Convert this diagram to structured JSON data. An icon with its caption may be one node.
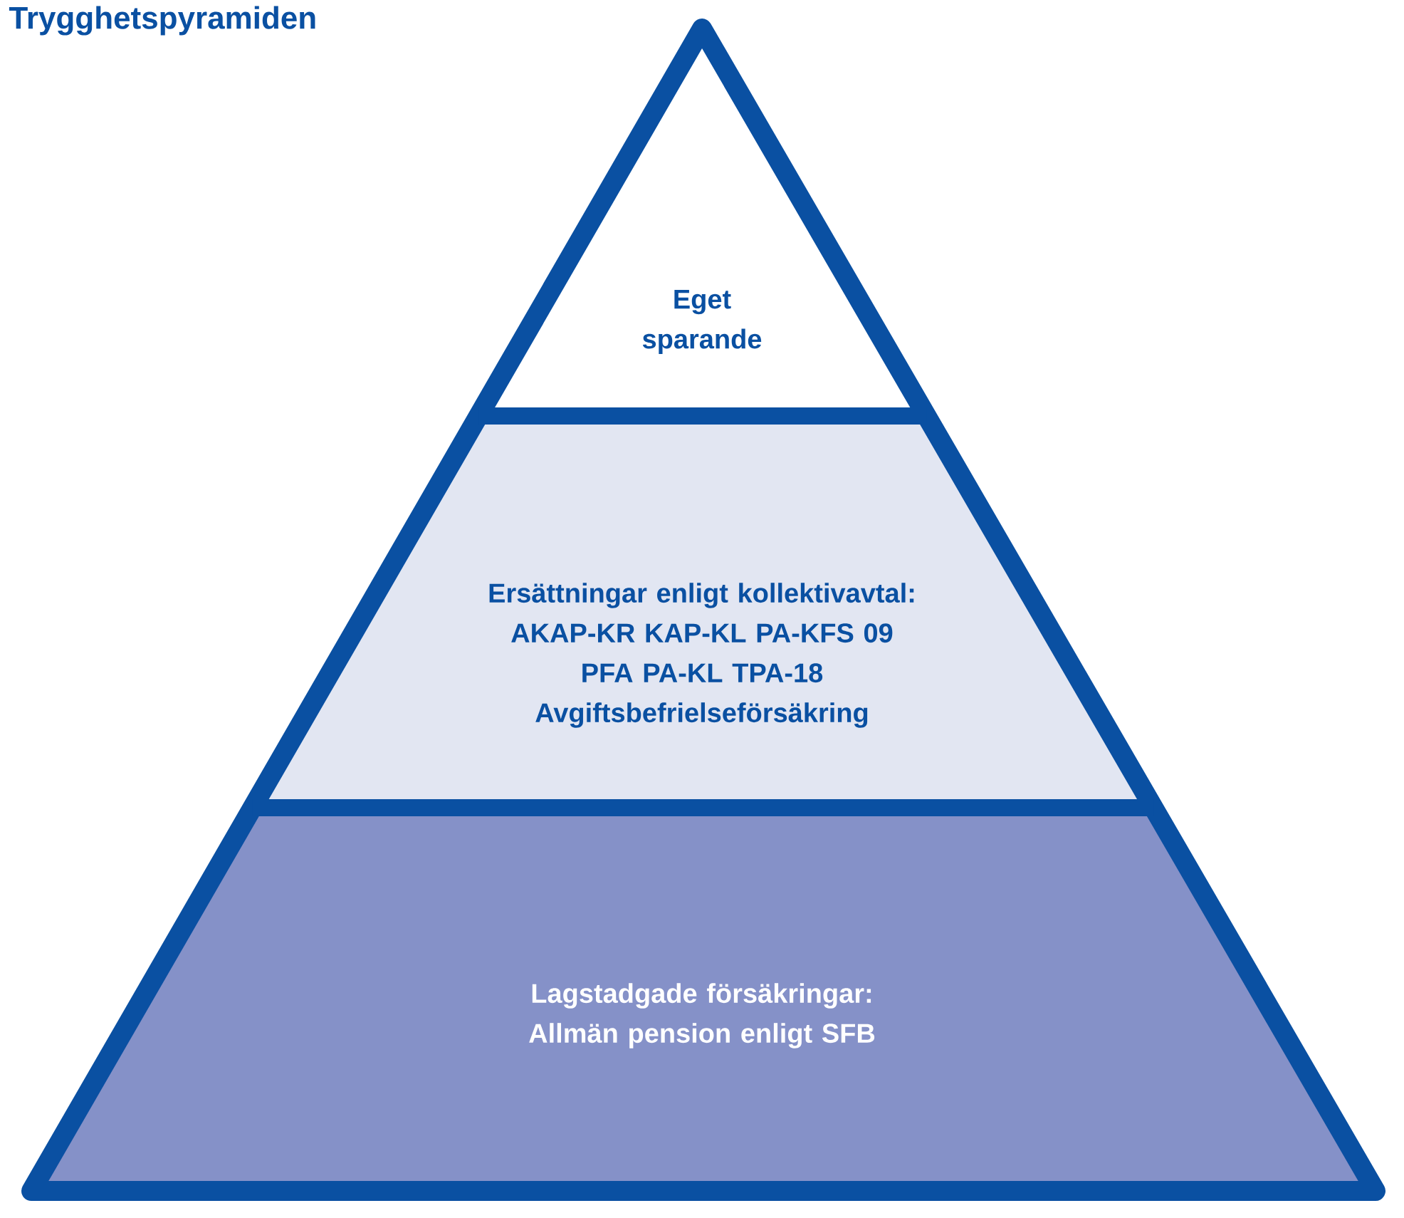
{
  "diagram": {
    "title": "Trygghetspyramiden",
    "nodes": [
      {
        "text": [
          "Eget sparande"
        ]
      },
      {
        "text": [
          "Ersättningar enligt kollektivavtal:",
          "AKAP-KR  KAP-KL  PA-KFS 09",
          "PFA  PA-KL  TPA-18",
          "Avgiftsbefrielseförsäkring"
        ]
      },
      {
        "text": [
          "Lagstadgade försäkringar:",
          "Allmän pension enligt SFB"
        ]
      }
    ]
  }
}
